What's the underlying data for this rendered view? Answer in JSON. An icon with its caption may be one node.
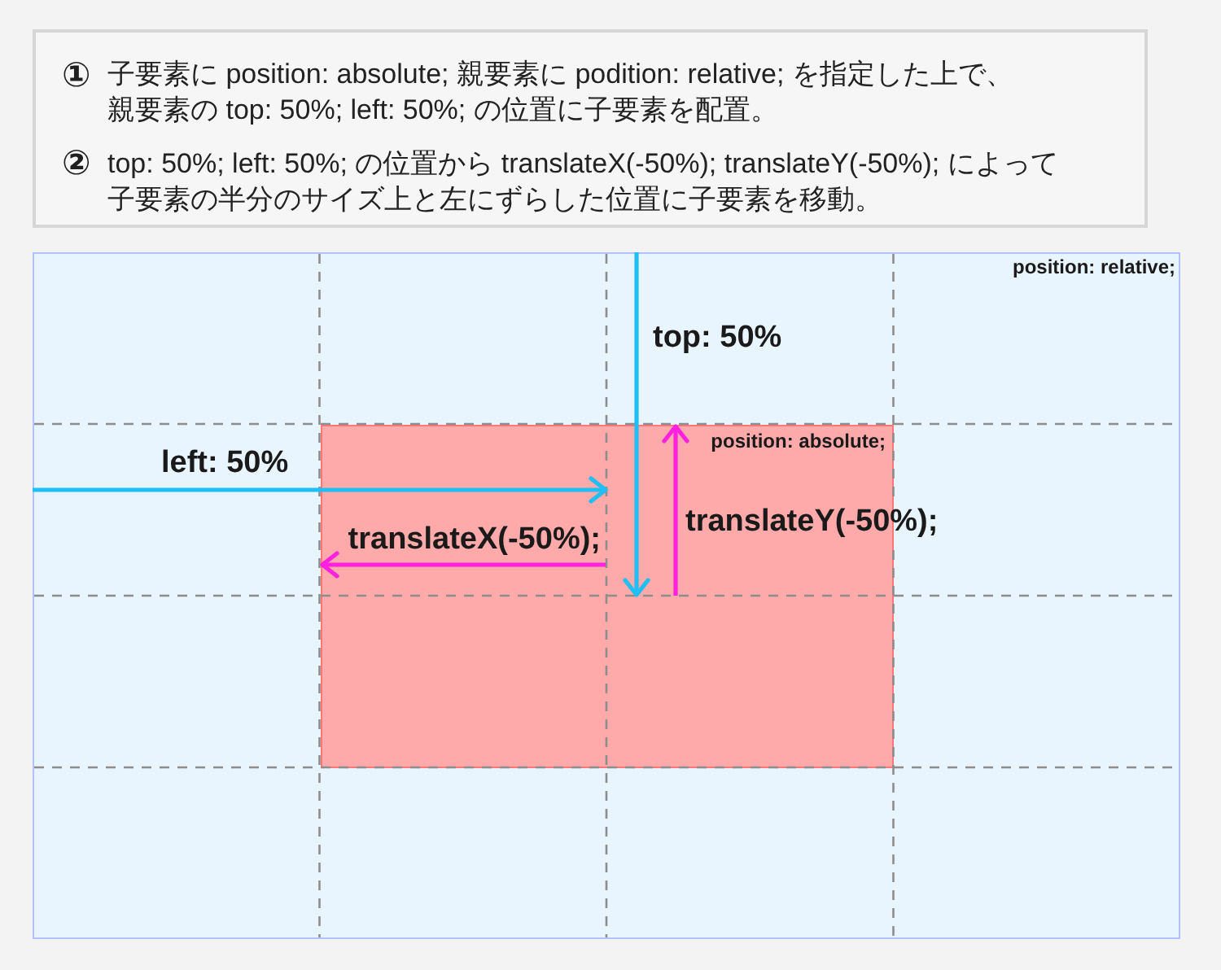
{
  "diagram": {
    "nodes": [
      {
        "text": [
          "①",
          "子要素に position: absolute; 親要素に podition: relative; を指定した上で、親要素の top: 50%; left: 50%; の位置に子要素を配置。",
          "②",
          "top: 50%; left: 50%; の位置から translateX(-50%); translateY(-50%); によって子要素の半分のサイズ上と左にずらした位置に子要素を移動。"
        ]
      },
      {
        "text": [
          "position: relative;"
        ]
      },
      {
        "text": [
          "position: absolute;"
        ],
        "in": 1
      }
    ],
    "edges": [
      {
        "from": 1,
        "to": 2,
        "arrow": "to",
        "label": "top: 50%"
      },
      {
        "from": 1,
        "to": 2,
        "arrow": "to",
        "label": "left: 50%"
      }
    ],
    "labels": [
      "translateX(-50%);",
      "translateY(-50%);"
    ]
  }
}
